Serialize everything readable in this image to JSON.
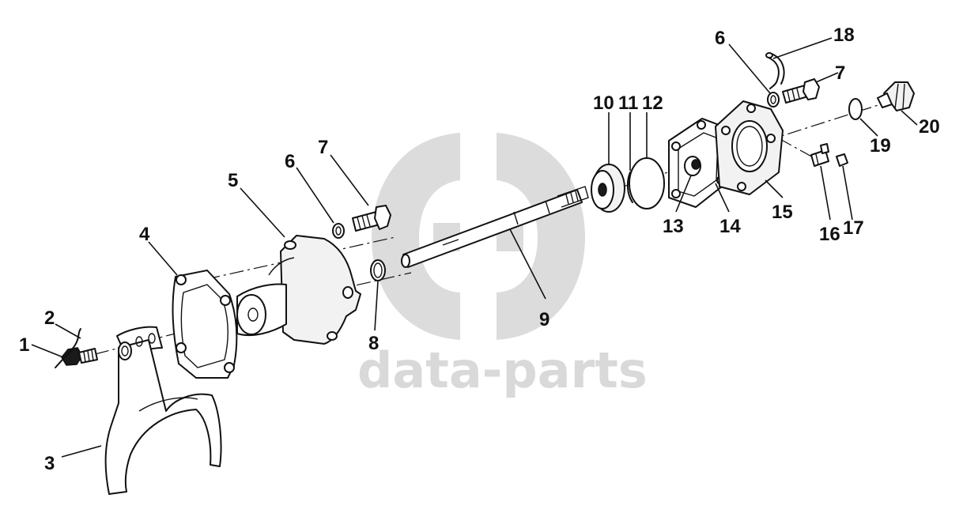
{
  "watermark": {
    "logo_name": "data-parts-logo",
    "text": "data-parts",
    "color": "#d9d9d9"
  },
  "callouts": {
    "c1": "1",
    "c2": "2",
    "c3": "3",
    "c4": "4",
    "c5": "5",
    "c6a": "6",
    "c7a": "7",
    "c8": "8",
    "c9": "9",
    "c10": "10",
    "c11": "11",
    "c12": "12",
    "c13": "13",
    "c14": "14",
    "c15": "15",
    "c16": "16",
    "c17": "17",
    "c6b": "6",
    "c7b": "7",
    "c18": "18",
    "c19": "19",
    "c20": "20"
  },
  "colors": {
    "ink": "#111111",
    "background": "#ffffff"
  }
}
